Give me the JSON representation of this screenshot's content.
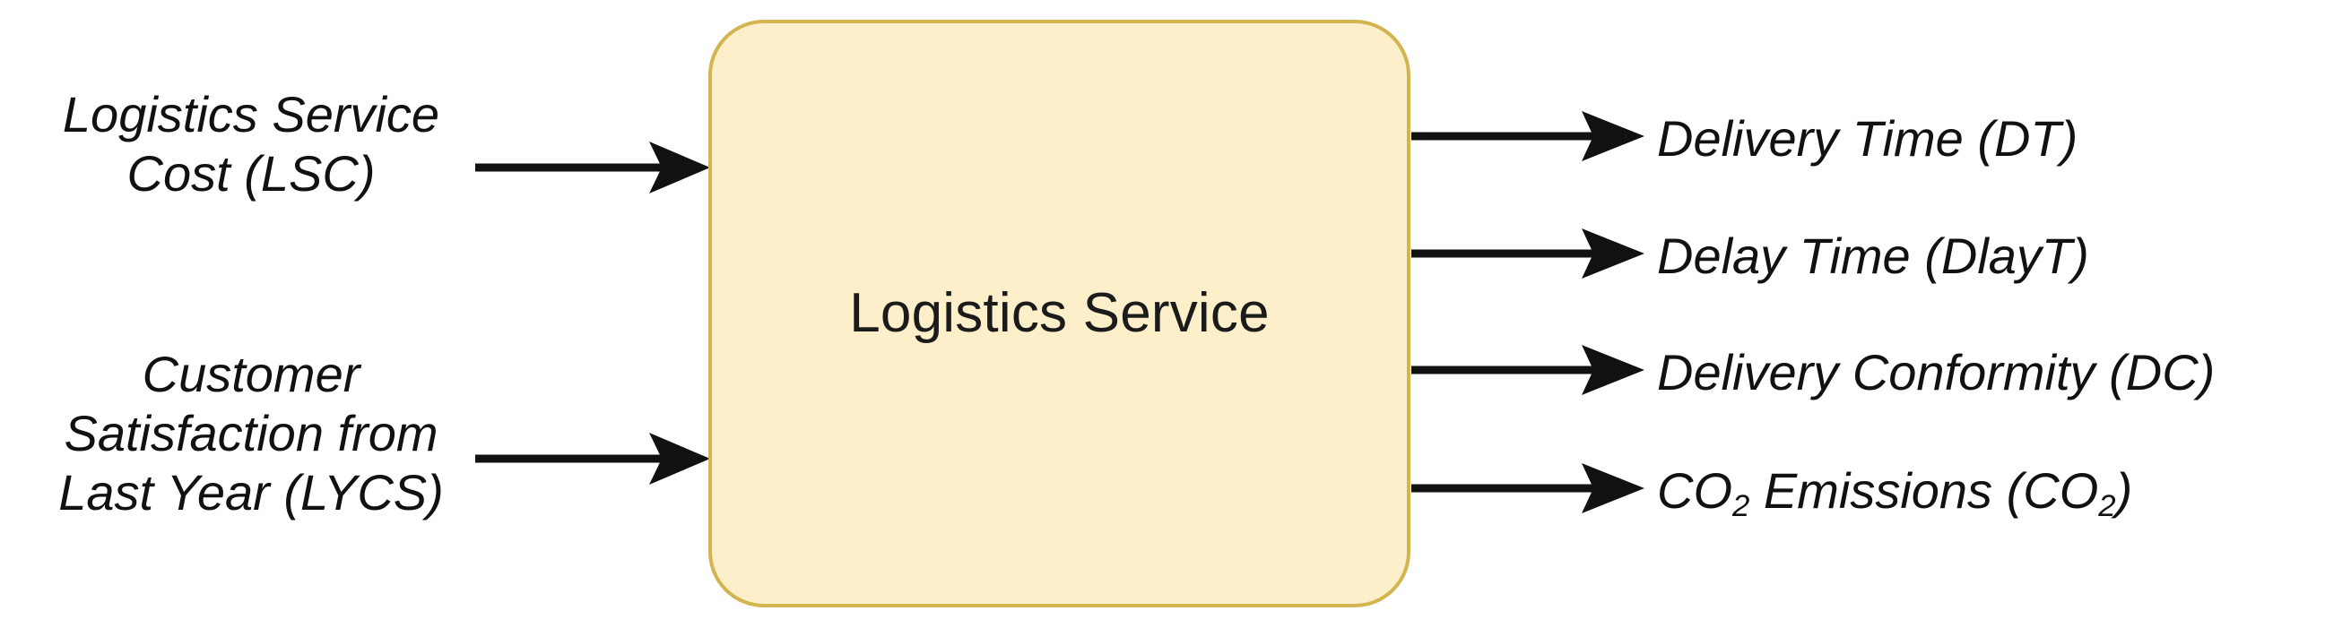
{
  "diagram": {
    "title": "Logistics Service input-output process diagram",
    "background_color": "#ffffff",
    "process": {
      "label": "Logistics Service",
      "fill_color": "#FCEFC9",
      "border_color": "#D4B450"
    },
    "inputs": [
      {
        "id": "lsc",
        "label": "Logistics Service\nCost (LSC)",
        "abbreviation": "LSC",
        "arrow_color": "#111111"
      },
      {
        "id": "lycs",
        "label": "Customer\nSatisfaction from\nLast Year (LYCS)",
        "abbreviation": "LYCS",
        "arrow_color": "#111111"
      }
    ],
    "outputs": [
      {
        "id": "dt",
        "text_before": "Delivery Time (DT)",
        "abbreviation": "DT",
        "arrow_color": "#111111"
      },
      {
        "id": "dlayt",
        "text_before": "Delay Time (DlayT)",
        "abbreviation": "DlayT",
        "arrow_color": "#111111"
      },
      {
        "id": "dc",
        "text_before": "Delivery Conformity (DC)",
        "abbreviation": "DC",
        "arrow_color": "#111111"
      },
      {
        "id": "co2",
        "text_before": "CO",
        "sub1": "2",
        "text_middle": " Emissions (CO",
        "sub2": "2",
        "text_after": ")",
        "abbreviation": "CO2",
        "arrow_color": "#111111"
      }
    ]
  }
}
